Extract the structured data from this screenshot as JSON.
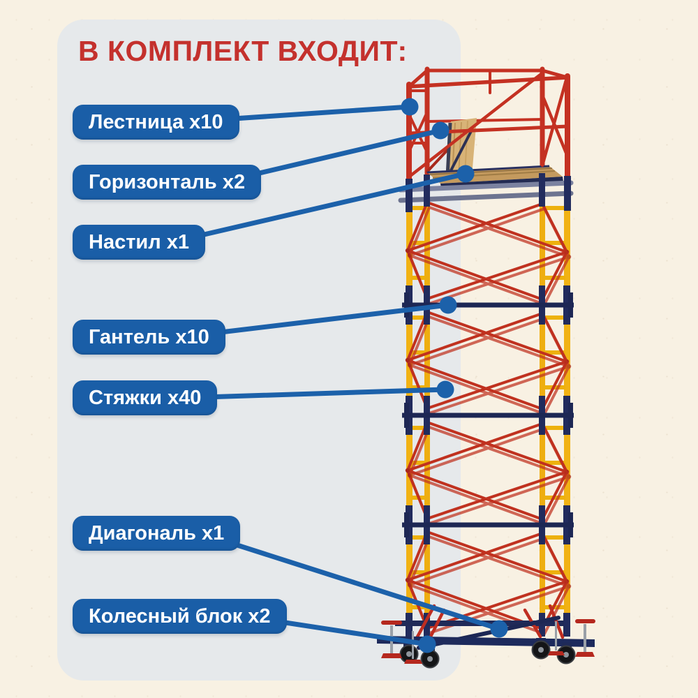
{
  "header": {
    "title": "В КОМПЛЕКТ ВХОДИТ:"
  },
  "labels": [
    {
      "id": "ladder",
      "text": "Лестница x10"
    },
    {
      "id": "horizontal",
      "text": "Горизонталь x2"
    },
    {
      "id": "deck",
      "text": "Настил x1"
    },
    {
      "id": "dumbbell",
      "text": "Гантель x10"
    },
    {
      "id": "ties",
      "text": "Стяжки x40"
    },
    {
      "id": "diagonal",
      "text": "Диагональ x1"
    },
    {
      "id": "wheel-block",
      "text": "Колесный блок x2"
    }
  ],
  "colors": {
    "title_red": "#c4312d",
    "label_blue": "#1a5ea7",
    "callout_blue": "#1c61aa",
    "panel_gray": "#e6e9eb",
    "background_cream": "#f8f1e3",
    "scaffold_red": "#c43122",
    "scaffold_yellow": "#f1b214",
    "scaffold_navy": "#1d2754",
    "rail_gray": "#7b82a0",
    "deck_wood": "#c49a5e"
  }
}
